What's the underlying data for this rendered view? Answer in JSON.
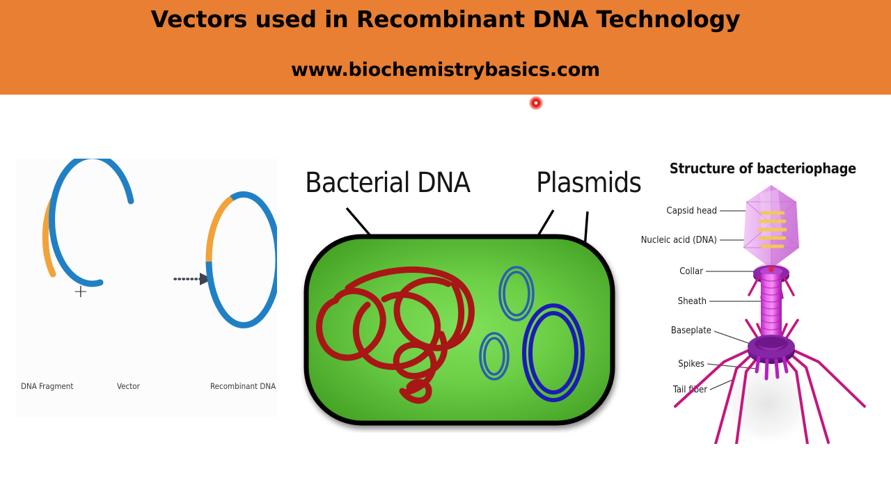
{
  "header": {
    "title": "Vectors used in Recombinant DNA Technology",
    "subtitle": "www.biochemistrybasics.com",
    "background_color": "#e87f33",
    "text_color": "#000000"
  },
  "cursor": {
    "name": "recording-dot",
    "color": "#e8231f"
  },
  "panels": {
    "recombinant": {
      "captions": {
        "dna_fragment": "DNA Fragment",
        "vector": "Vector",
        "recombinant_dna": "Recombinant DNA"
      },
      "operator": "+",
      "arrow": "dotted-arrow-right",
      "colors": {
        "insert": "#f2a23a",
        "backbone": "#2180c4"
      }
    },
    "bacterium": {
      "labels": {
        "bacterial_dna": "Bacterial DNA",
        "plasmids": "Plasmids"
      },
      "colors": {
        "cytoplasm": "#63c442",
        "wall": "#000000",
        "chromosome": "#a81616",
        "plasmid_large": "#1b1bb5",
        "plasmid_small": "#2b5fb0"
      }
    },
    "phage": {
      "title": "Structure of bacteriophage",
      "labels": [
        "Capsid head",
        "Nucleic acid (DNA)",
        "Collar",
        "Sheath",
        "Baseplate",
        "Spikes",
        "Tail fiber"
      ],
      "colors": {
        "capsid": "#d98fe0",
        "nucleic_acid": "#f2c75a",
        "sheath": "#e03cd8",
        "collar": "#7d1f9e",
        "fibers": "#c4167e"
      }
    }
  }
}
